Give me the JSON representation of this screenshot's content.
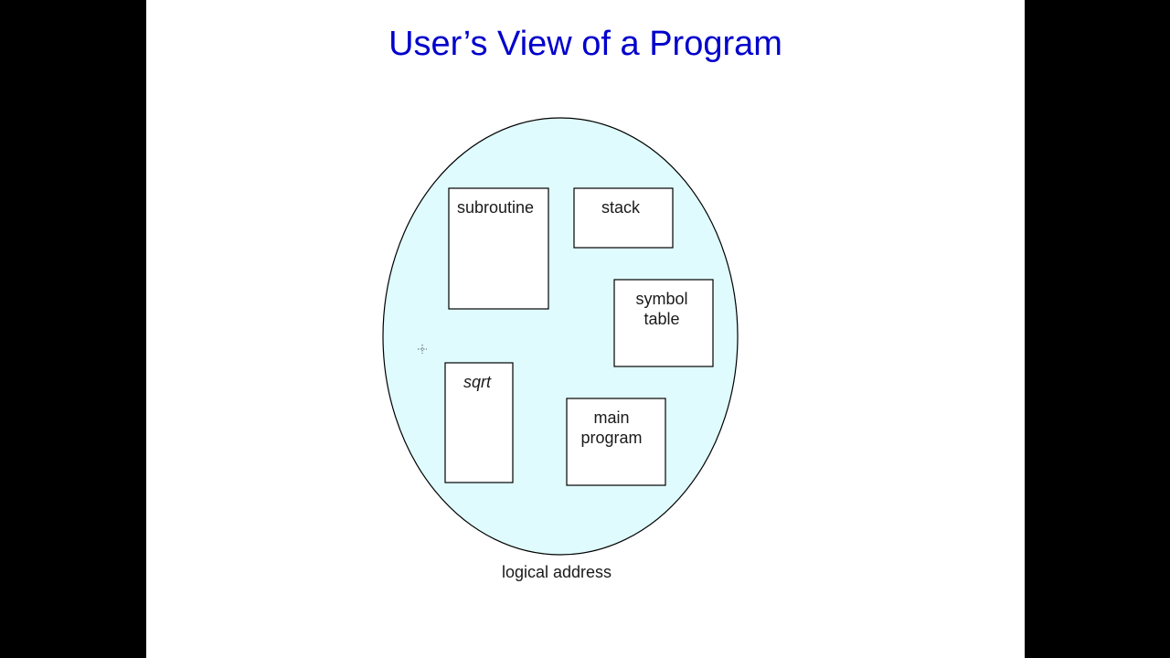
{
  "slide": {
    "title": "User’s View of a Program"
  },
  "diagram": {
    "segments": [
      {
        "key": "subroutine",
        "lines": [
          "subroutine"
        ],
        "italic": false
      },
      {
        "key": "stack",
        "lines": [
          "stack"
        ],
        "italic": false
      },
      {
        "key": "symbol-table",
        "lines": [
          "symbol",
          "table"
        ],
        "italic": false
      },
      {
        "key": "sqrt",
        "lines": [
          "sqrt"
        ],
        "italic": true
      },
      {
        "key": "main-program",
        "lines": [
          "main",
          "program"
        ],
        "italic": false
      }
    ],
    "caption": "logical address"
  },
  "colors": {
    "background": "#000000",
    "slide": "#ffffff",
    "title": "#0000cc",
    "address_space_fill": "#dffbfd",
    "outline": "#000000",
    "label": "#1a1a1a"
  }
}
